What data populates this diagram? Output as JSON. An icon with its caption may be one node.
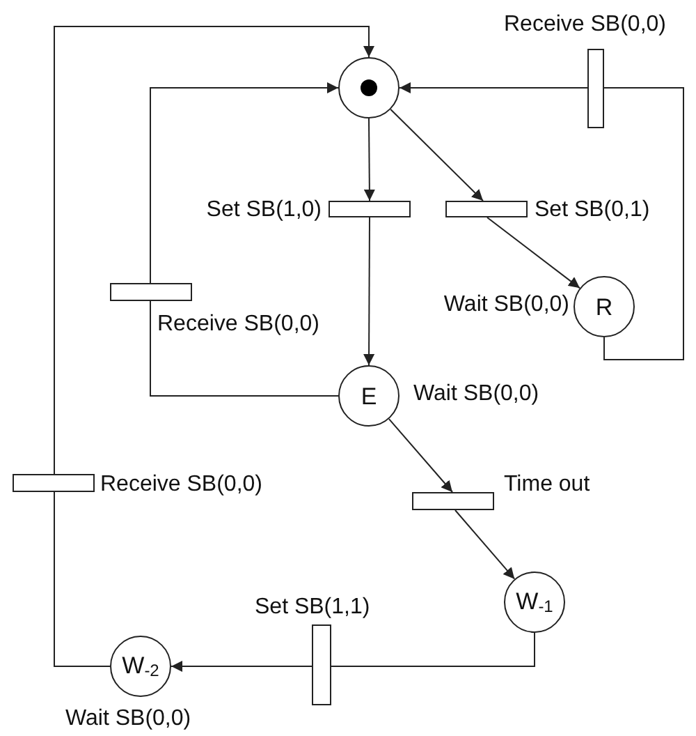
{
  "diagram": {
    "nodes": [
      {
        "text": [],
        "shape": "circle"
      },
      {
        "text": [],
        "shape": "bar",
        "beside": [
          "Receive SB(0,0)"
        ]
      },
      {
        "text": [],
        "shape": "bar",
        "beside": [
          "Set SB(1,0)"
        ]
      },
      {
        "text": [],
        "shape": "bar",
        "beside": [
          "Set SB(0,1)"
        ]
      },
      {
        "text": [],
        "shape": "bar",
        "beside": [
          "Receive SB(0,0)"
        ]
      },
      {
        "text": [
          "R"
        ],
        "beside": [
          "Wait SB(0,0)"
        ]
      },
      {
        "text": [
          "E"
        ],
        "beside": [
          "Wait SB(0,0)"
        ]
      },
      {
        "text": [],
        "shape": "bar",
        "beside": [
          "Receive SB(0,0)"
        ]
      },
      {
        "text": [],
        "shape": "bar",
        "beside": [
          "Time out"
        ]
      },
      {
        "text": [
          "W$_{-1}$"
        ]
      },
      {
        "text": [],
        "shape": "bar",
        "beside": [
          "Set SB(1,1)"
        ]
      },
      {
        "text": [
          "W$_{-2}$"
        ],
        "beside": [
          "Wait SB(0,0)"
        ]
      }
    ],
    "edges": [
      {
        "from": 0,
        "to": 2,
        "arrow": "to"
      },
      {
        "from": 0,
        "to": 3,
        "arrow": "to"
      },
      {
        "from": 2,
        "to": 6,
        "arrow": "to"
      },
      {
        "from": 3,
        "to": 5,
        "arrow": "to"
      },
      {
        "from": 5,
        "to": 1,
        "arrow": "none"
      },
      {
        "from": 1,
        "to": 0,
        "arrow": "to"
      },
      {
        "from": 6,
        "to": 4,
        "arrow": "none"
      },
      {
        "from": 4,
        "to": 0,
        "arrow": "to"
      },
      {
        "from": 6,
        "to": 8,
        "arrow": "to"
      },
      {
        "from": 8,
        "to": 9,
        "arrow": "to"
      },
      {
        "from": 9,
        "to": 10,
        "arrow": "none"
      },
      {
        "from": 10,
        "to": 11,
        "arrow": "to"
      },
      {
        "from": 11,
        "to": 7,
        "arrow": "none"
      },
      {
        "from": 7,
        "to": 0,
        "arrow": "to"
      }
    ]
  }
}
